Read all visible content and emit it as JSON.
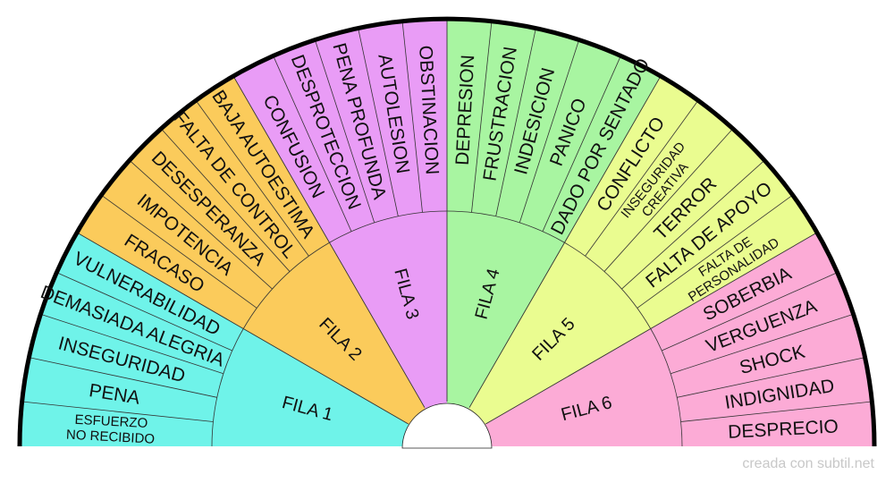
{
  "diagram": {
    "colors": {
      "outline": "#000000",
      "divider": "#333333"
    },
    "groups": [
      {
        "label": "FILA 1",
        "color": "#6ff3e9",
        "items": [
          [
            "ESFUERZO",
            "NO RECIBIDO"
          ],
          [
            "PENA"
          ],
          [
            "INSEGURIDAD"
          ],
          [
            "DEMASIADA ALEGRIA"
          ],
          [
            "VULNERABILIDAD"
          ]
        ]
      },
      {
        "label": "FILA 2",
        "color": "#fbcb5b",
        "items": [
          [
            "FRACASO"
          ],
          [
            "IMPOTENCIA"
          ],
          [
            "DESESPERANZA"
          ],
          [
            "FALTA DE CONTROL"
          ],
          [
            "BAJA AUTOESTIMA"
          ]
        ]
      },
      {
        "label": "FILA 3",
        "color": "#e99cf6",
        "items": [
          [
            "CONFUSION"
          ],
          [
            "DESPROTECCION"
          ],
          [
            "PENA PROFUNDA"
          ],
          [
            "AUTOLESION"
          ],
          [
            "OBSTINACION"
          ]
        ]
      },
      {
        "label": "FILA 4",
        "color": "#a8f5a1",
        "items": [
          [
            "DEPRESION"
          ],
          [
            "FRUSTRACION"
          ],
          [
            "INDESICION"
          ],
          [
            "PANICO"
          ],
          [
            "DADO POR SENTADO"
          ]
        ]
      },
      {
        "label": "FILA 5",
        "color": "#eafc90",
        "items": [
          [
            "CONFLICTO"
          ],
          [
            "INSEGURIDAD",
            "CREATIVA"
          ],
          [
            "TERROR"
          ],
          [
            "FALTA DE APOYO"
          ],
          [
            "FALTA DE",
            "PERSONALIDAD"
          ]
        ]
      },
      {
        "label": "FILA 6",
        "color": "#fcabd6",
        "items": [
          [
            "SOBERBIA"
          ],
          [
            "VERGUENZA"
          ],
          [
            "SHOCK"
          ],
          [
            "INDIGNIDAD"
          ],
          [
            "DESPRECIO"
          ]
        ]
      }
    ]
  },
  "credit": "creada con subtil.net"
}
